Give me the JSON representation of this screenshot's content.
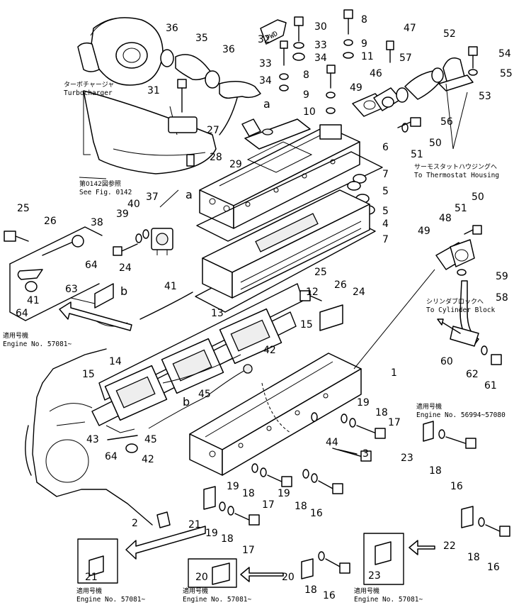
{
  "labels": {
    "turbocharger_jp": "ターボチャージャ",
    "turbocharger_en": "Turbocharger",
    "see_fig_jp": "第0142図参照",
    "see_fig_en": "See Fig. 0142",
    "thermostat_jp": "サーモスタットハウジングへ",
    "thermostat_en": "To Thermostat Housing",
    "cylinder_jp": "シリンダブロックへ",
    "cylinder_en": "To Cylinder Block",
    "serial_jp": "適用号機",
    "serial_57081": "Engine No. 57081~",
    "serial_56994": "Engine No. 56994~57080",
    "fwd": "FWD",
    "ref_a": "a",
    "ref_b": "b"
  },
  "callouts": [
    "1",
    "2",
    "3",
    "4",
    "5",
    "6",
    "7",
    "8",
    "9",
    "10",
    "11",
    "12",
    "13",
    "14",
    "15",
    "16",
    "17",
    "18",
    "19",
    "20",
    "21",
    "22",
    "23",
    "24",
    "25",
    "26",
    "27",
    "28",
    "29",
    "30",
    "31",
    "32",
    "33",
    "34",
    "35",
    "36",
    "37",
    "38",
    "39",
    "40",
    "41",
    "42",
    "43",
    "44",
    "45",
    "46",
    "47",
    "48",
    "49",
    "50",
    "51",
    "52",
    "53",
    "54",
    "55",
    "56",
    "57",
    "58",
    "59",
    "60",
    "61",
    "62",
    "63",
    "64"
  ]
}
